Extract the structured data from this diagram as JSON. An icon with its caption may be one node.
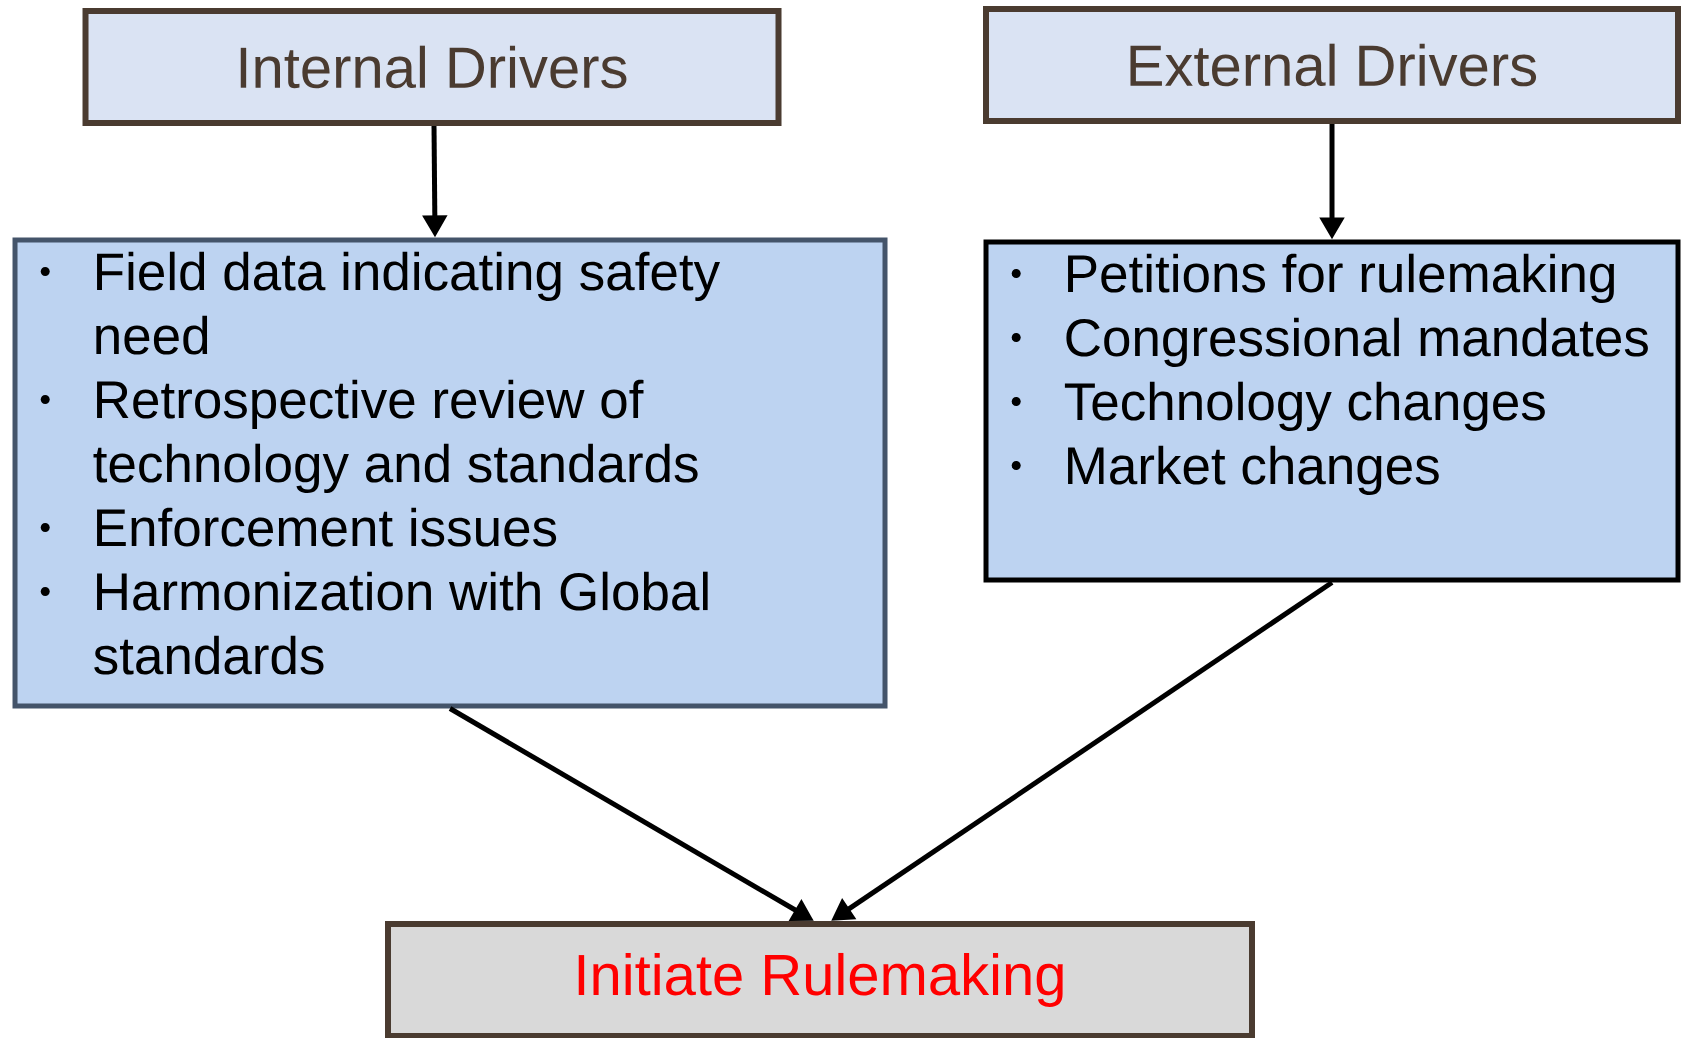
{
  "diagram": {
    "nodes": [
      {
        "text": [
          "Internal Drivers"
        ]
      },
      {
        "text": [
          "Field data indicating safety need",
          "Retrospective review of technology and standards",
          "Enforcement issues",
          "Harmonization with Global standards"
        ]
      },
      {
        "text": [
          "External Drivers"
        ]
      },
      {
        "text": [
          "Petitions for rulemaking",
          "Congressional mandates",
          "Technology changes",
          "Market changes"
        ]
      },
      {
        "text": [
          "Initiate Rulemaking"
        ]
      }
    ],
    "edges": [
      {
        "from": 0,
        "to": 1,
        "arrow": "to"
      },
      {
        "from": 2,
        "to": 3,
        "arrow": "to"
      },
      {
        "from": 1,
        "to": 4,
        "arrow": "to"
      },
      {
        "from": 3,
        "to": 4,
        "arrow": "to"
      }
    ]
  }
}
